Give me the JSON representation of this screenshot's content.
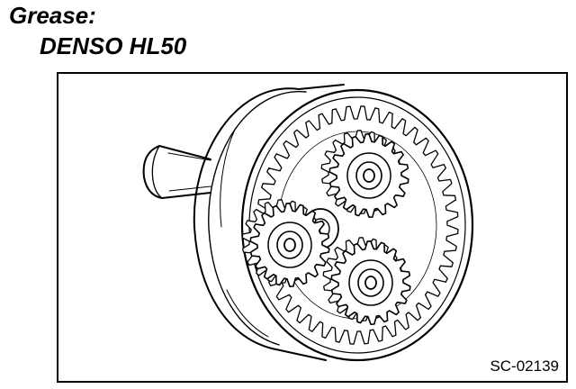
{
  "header": {
    "grease_label": "Grease:",
    "grease_product": "DENSO HL50"
  },
  "figure": {
    "id": "SC-02139",
    "parts": [
      "output-shaft-icon",
      "carrier-housing-icon",
      "ring-gear-icon",
      "sun-gear-icon",
      "planet-gear-icon"
    ]
  },
  "colors": {
    "ink": "#000000",
    "paper": "#ffffff"
  }
}
